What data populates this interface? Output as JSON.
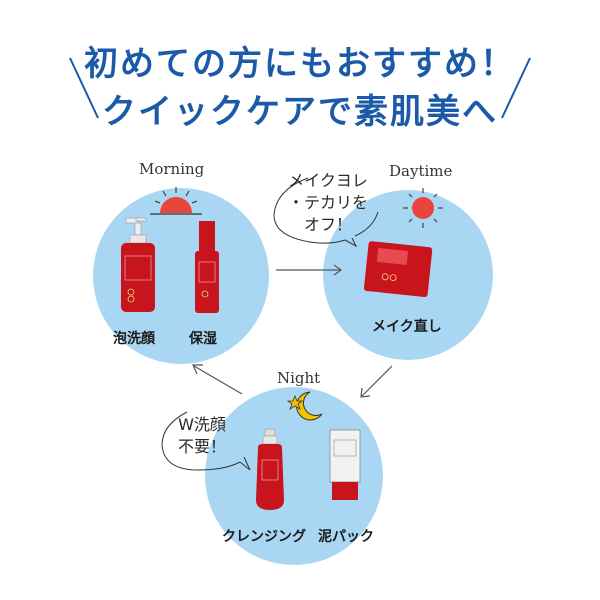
{
  "headline": {
    "line1": "初めての方にもおすすめ！",
    "line2": "クイックケアで素肌美へ"
  },
  "morning": {
    "label": "Morning",
    "products": [
      "泡洗顔",
      "保湿"
    ]
  },
  "daytime": {
    "label": "Daytime",
    "bubble": [
      "メイクヨレ",
      "・テカリを",
      "オフ！"
    ],
    "products": [
      "メイク直し"
    ]
  },
  "night": {
    "label": "Night",
    "bubble": [
      "W洗顔",
      "不要！"
    ],
    "products": [
      "クレンジング",
      "泥パック"
    ]
  },
  "colors": {
    "headline": "#1b5aa8",
    "circle": "#a9d7f3",
    "product_red": "#c8141c",
    "sun": "#e8453c",
    "moon": "#f2c400"
  }
}
